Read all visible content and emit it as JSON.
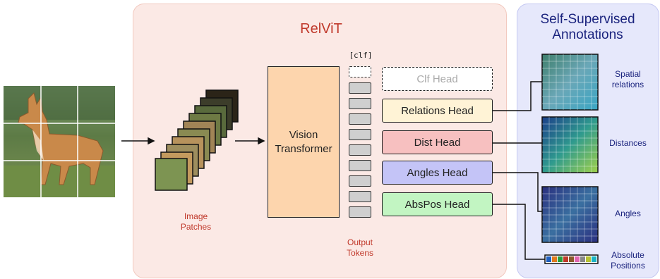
{
  "relvit": {
    "title": "RelViT"
  },
  "ssa": {
    "title_line1": "Self-Supervised",
    "title_line2": "Annotations"
  },
  "image_patches": {
    "line1": "Image",
    "line2": "Patches"
  },
  "vit": {
    "line1": "Vision",
    "line2": "Transformer"
  },
  "tokens": {
    "clf_label": "[clf]",
    "output_line1": "Output",
    "output_line2": "Tokens",
    "count": 9
  },
  "heads": [
    {
      "label": "Clf Head",
      "color": "#ffffff",
      "text_color": "#aaaaaa",
      "dashed": true
    },
    {
      "label": "Relations Head",
      "color": "#fff3d6",
      "text_color": "#222222",
      "dashed": false
    },
    {
      "label": "Dist Head",
      "color": "#f7c0c0",
      "text_color": "#222222",
      "dashed": false
    },
    {
      "label": "Angles Head",
      "color": "#c4c4f7",
      "text_color": "#222222",
      "dashed": false
    },
    {
      "label": "AbsPos Head",
      "color": "#c2f5c2",
      "text_color": "#222222",
      "dashed": false
    }
  ],
  "annotations": {
    "spatial_line1": "Spatial",
    "spatial_line2": "relations",
    "distances": "Distances",
    "angles": "Angles",
    "absolute_line1": "Absolute",
    "absolute_line2": "Positions"
  },
  "colors": {
    "vit_fill": "#fdd5ad",
    "relvit_accent": "#c0392b",
    "ssa_accent": "#1a237e"
  }
}
